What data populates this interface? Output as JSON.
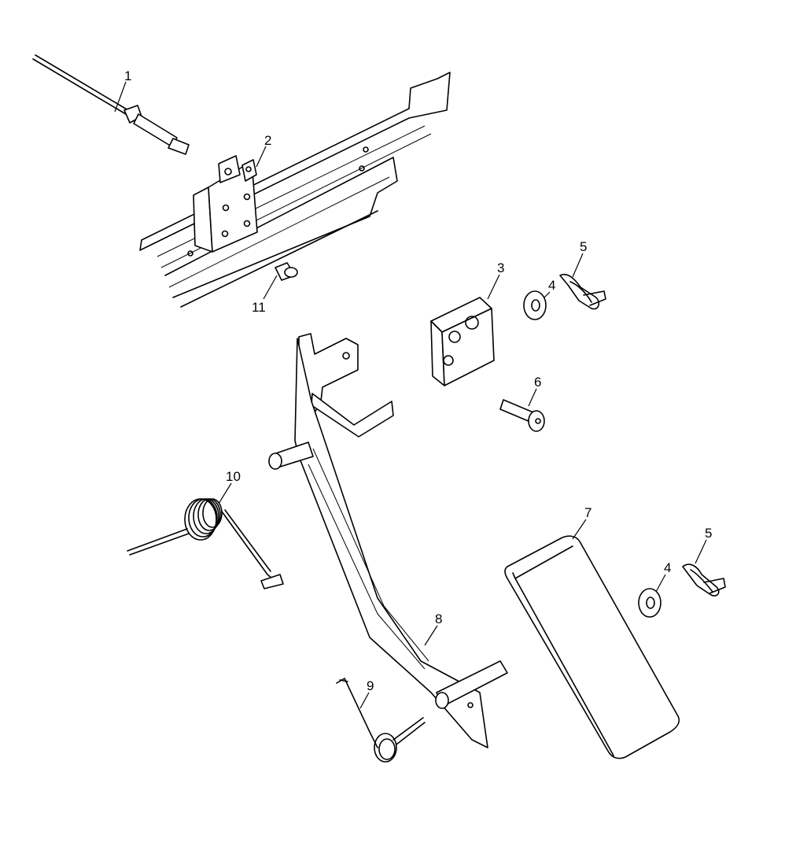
{
  "callouts": [
    {
      "id": "c1",
      "label": "1"
    },
    {
      "id": "c2",
      "label": "2"
    },
    {
      "id": "c3",
      "label": "3"
    },
    {
      "id": "c4a",
      "label": "4"
    },
    {
      "id": "c5a",
      "label": "5"
    },
    {
      "id": "c6",
      "label": "6"
    },
    {
      "id": "c7",
      "label": "7"
    },
    {
      "id": "c4b",
      "label": "4"
    },
    {
      "id": "c5b",
      "label": "5"
    },
    {
      "id": "c8",
      "label": "8"
    },
    {
      "id": "c9",
      "label": "9"
    },
    {
      "id": "c10",
      "label": "10"
    },
    {
      "id": "c11",
      "label": "11"
    }
  ]
}
